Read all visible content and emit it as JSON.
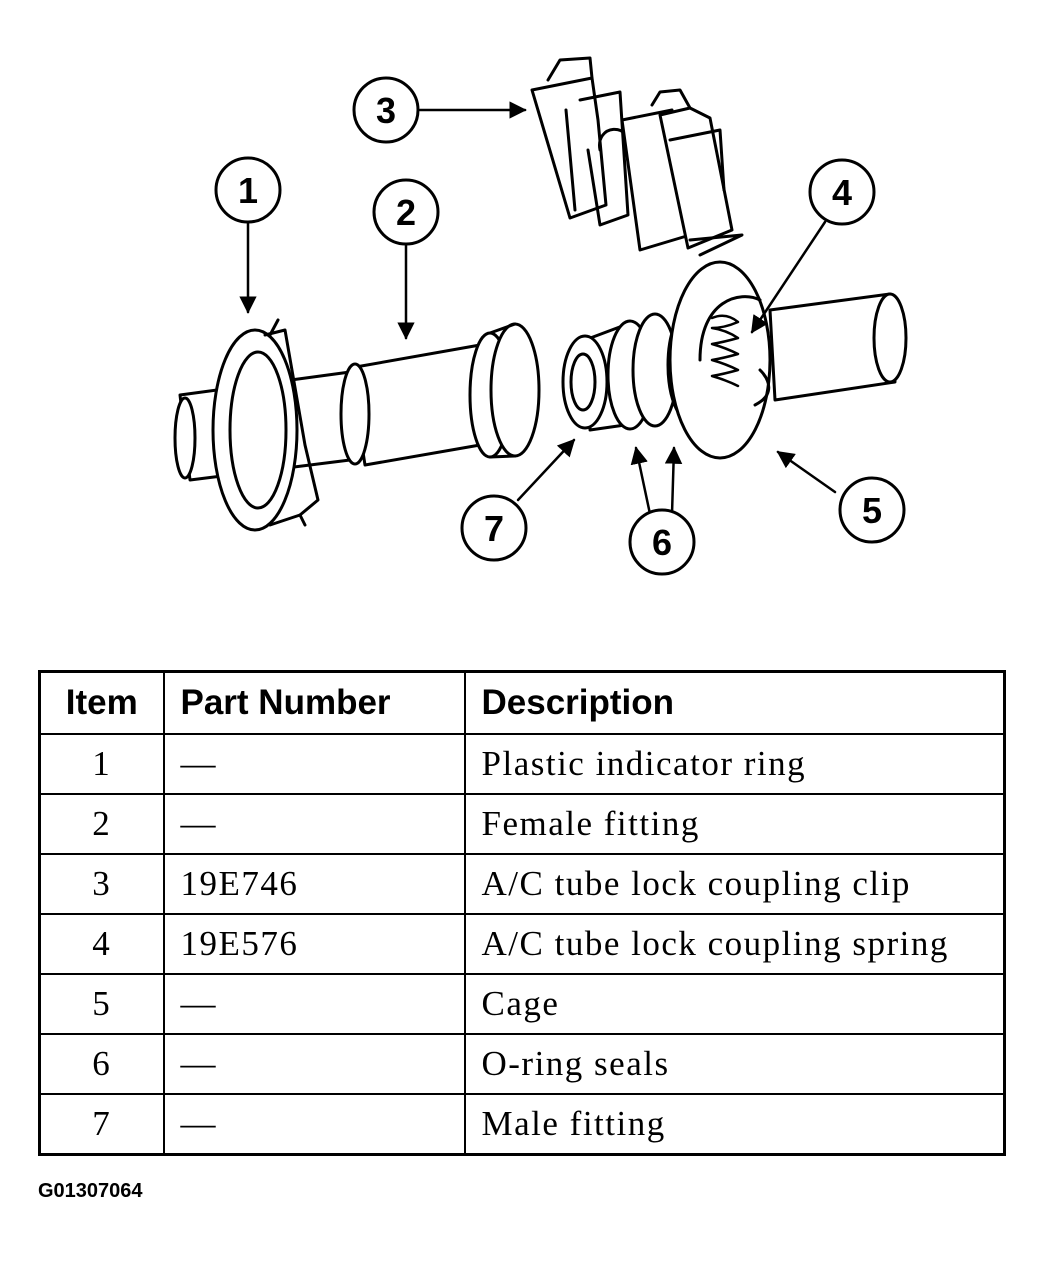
{
  "callouts": [
    "1",
    "2",
    "3",
    "4",
    "5",
    "6",
    "7"
  ],
  "table": {
    "headers": {
      "item": "Item",
      "part_number": "Part Number",
      "description": "Description"
    },
    "rows": [
      {
        "item": "1",
        "part_number": "—",
        "description": "Plastic indicator ring"
      },
      {
        "item": "2",
        "part_number": "—",
        "description": "Female fitting"
      },
      {
        "item": "3",
        "part_number": "19E746",
        "description": "A/C tube lock coupling clip"
      },
      {
        "item": "4",
        "part_number": "19E576",
        "description": "A/C tube lock coupling spring"
      },
      {
        "item": "5",
        "part_number": "—",
        "description": "Cage"
      },
      {
        "item": "6",
        "part_number": "—",
        "description": "O-ring seals"
      },
      {
        "item": "7",
        "part_number": "—",
        "description": "Male fitting"
      }
    ]
  },
  "figure_id": "G01307064"
}
